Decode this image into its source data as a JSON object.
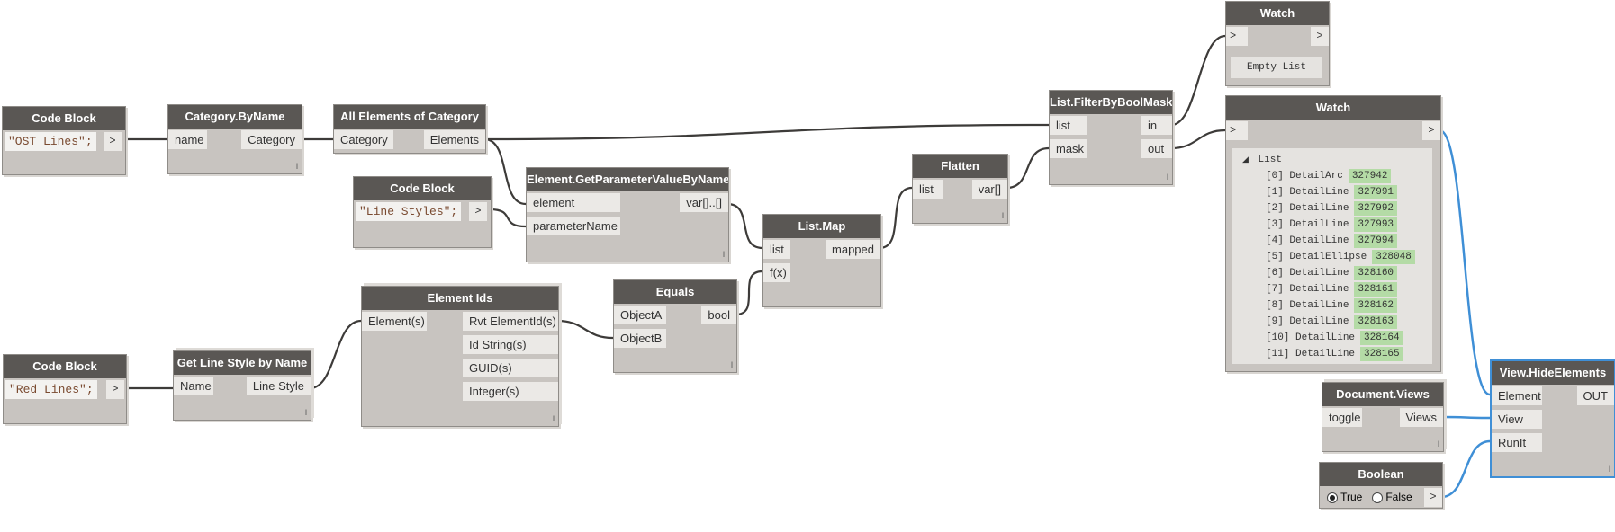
{
  "colors": {
    "wire": "#3d3b39",
    "selected_wire": "#3f8fd6",
    "header": "#5a5754",
    "id_badge": "#b4dba6"
  },
  "gt": ">",
  "lacing": "l",
  "code_block_1": {
    "title": "Code Block",
    "code": "\"OST_Lines\";"
  },
  "category_byname": {
    "title": "Category.ByName",
    "in": "name",
    "out": "Category"
  },
  "all_elements": {
    "title": "All Elements of Category",
    "in": "Category",
    "out": "Elements"
  },
  "code_block_2": {
    "title": "Code Block",
    "code": "\"Line Styles\";"
  },
  "get_param": {
    "title": "Element.GetParameterValueByName",
    "in1": "element",
    "in2": "parameterName",
    "out": "var[]..[]"
  },
  "code_block_3": {
    "title": "Code Block",
    "code": "\"Red Lines\";"
  },
  "get_line_style": {
    "title": "Get Line Style by Name",
    "in": "Name",
    "out": "Line Style"
  },
  "element_ids": {
    "title": "Element Ids",
    "in": "Element(s)",
    "out1": "Rvt ElementId(s)",
    "out2": "Id String(s)",
    "out3": "GUID(s)",
    "out4": "Integer(s)"
  },
  "equals": {
    "title": "Equals",
    "in1": "ObjectA",
    "in2": "ObjectB",
    "out": "bool"
  },
  "list_map": {
    "title": "List.Map",
    "in1": "list",
    "in2": "f(x)",
    "out": "mapped"
  },
  "flatten": {
    "title": "Flatten",
    "in": "list",
    "out": "var[]"
  },
  "filter": {
    "title": "List.FilterByBoolMask",
    "in1": "list",
    "in2": "mask",
    "out1": "in",
    "out2": "out"
  },
  "watch_1": {
    "title": "Watch",
    "content": "Empty List"
  },
  "watch_2": {
    "title": "Watch",
    "list_label": "List",
    "items": [
      {
        "index": "[0]",
        "name": "DetailArc",
        "id": "327942"
      },
      {
        "index": "[1]",
        "name": "DetailLine",
        "id": "327991"
      },
      {
        "index": "[2]",
        "name": "DetailLine",
        "id": "327992"
      },
      {
        "index": "[3]",
        "name": "DetailLine",
        "id": "327993"
      },
      {
        "index": "[4]",
        "name": "DetailLine",
        "id": "327994"
      },
      {
        "index": "[5]",
        "name": "DetailEllipse",
        "id": "328048"
      },
      {
        "index": "[6]",
        "name": "DetailLine",
        "id": "328160"
      },
      {
        "index": "[7]",
        "name": "DetailLine",
        "id": "328161"
      },
      {
        "index": "[8]",
        "name": "DetailLine",
        "id": "328162"
      },
      {
        "index": "[9]",
        "name": "DetailLine",
        "id": "328163"
      },
      {
        "index": "[10]",
        "name": "DetailLine",
        "id": "328164"
      },
      {
        "index": "[11]",
        "name": "DetailLine",
        "id": "328165"
      }
    ]
  },
  "document_views": {
    "title": "Document.Views",
    "in": "toggle",
    "out": "Views"
  },
  "boolean": {
    "title": "Boolean",
    "true_label": "True",
    "false_label": "False",
    "value": true
  },
  "hide_elements": {
    "title": "View.HideElements",
    "in1": "Element",
    "in2": "View",
    "in3": "RunIt",
    "out": "OUT"
  }
}
